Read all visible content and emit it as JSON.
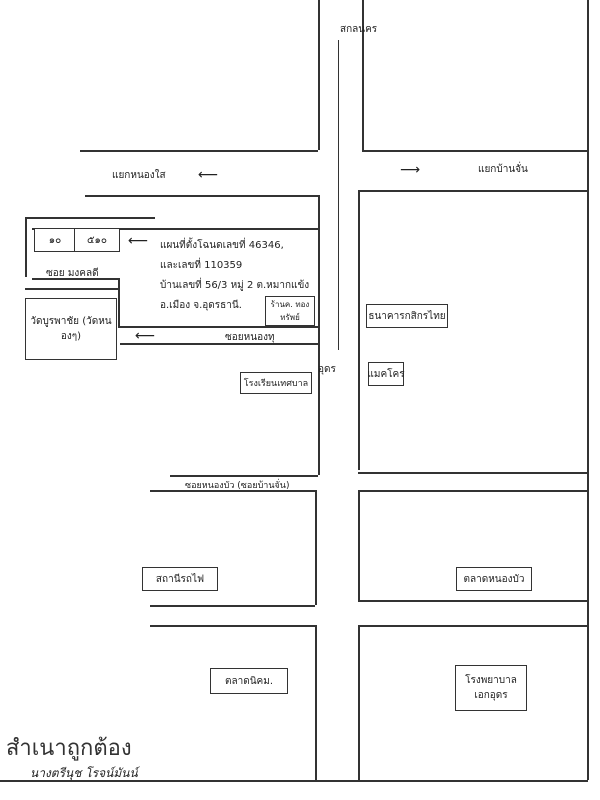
{
  "roads": {
    "north": "สกลนคร",
    "west_junction": "แยกหนองใส",
    "east_junction": "แยกบ้านจั่น",
    "south": "อุดร",
    "soi_mongkol": "ซอย มงคลดี",
    "soi_nongtu": "ซอยหนองทุ",
    "soi_nongbua": "ซอยหนองบัว (ซอยบ้านจั่น)"
  },
  "plots": {
    "left": "๑๐",
    "right": "๕๑๐"
  },
  "description": [
    "แผนที่ตั้งโฉนดเลขที่ 46346,",
    "และเลขที่ 110359",
    "บ้านเลขที่ 56/3 หมู่ 2 ต.หมากแข้ง",
    "อ.เมือง จ.อุดรธานี."
  ],
  "landmarks": {
    "temple": "วัดบูรพาชัย (วัดหนองๆ)",
    "shop": "ร้านค. ทองทรัพย์",
    "bank": "ธนาคารกสิกรไทย",
    "school": "โรงเรียนเทศบาล",
    "makro": "แมคโคร",
    "station": "สถานีรถไฟ",
    "market_nongbua": "ตลาดหนองบัว",
    "market_nikhom": "ตลาดนิคม.",
    "hospital": "โรงพยาบาล เอกอุดร"
  },
  "certification": {
    "stamp": "สำเนาถูกต้อง",
    "signature": "นางตรีนุช โรจน์มันน์"
  }
}
